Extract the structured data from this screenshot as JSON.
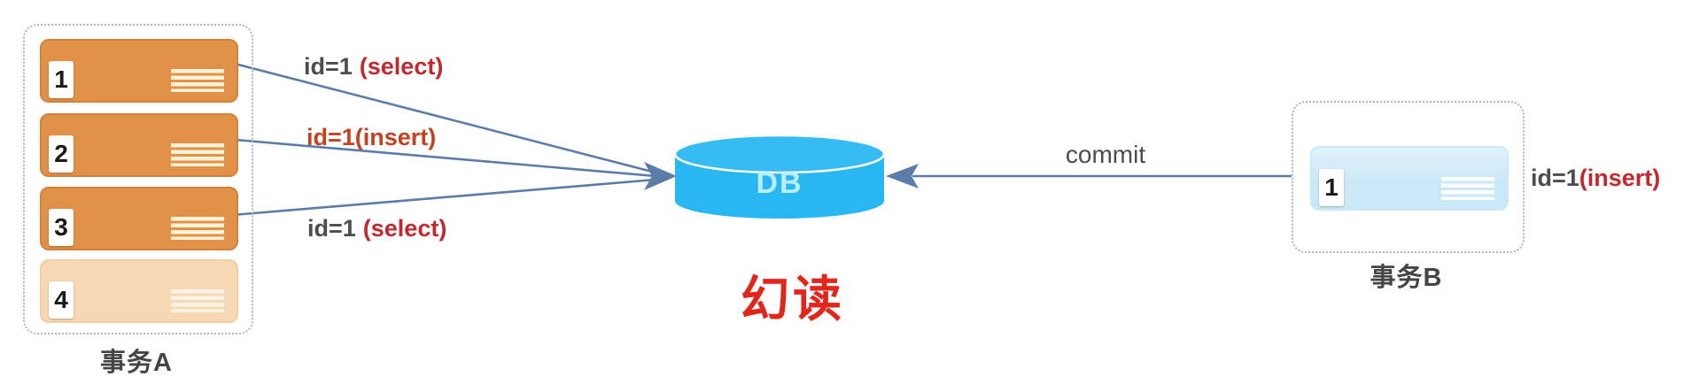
{
  "title": {
    "text": "幻读"
  },
  "db": {
    "label": "DB"
  },
  "transaction_a": {
    "label": "事务A",
    "rows": [
      {
        "num": "1"
      },
      {
        "num": "2"
      },
      {
        "num": "3"
      },
      {
        "num": "4"
      }
    ]
  },
  "transaction_b": {
    "label": "事务B",
    "row": {
      "num": "1"
    }
  },
  "edge_labels": {
    "select_top": {
      "prefix": "id=1",
      "op": "(select)"
    },
    "insert_mid": {
      "text": "id=1(insert)"
    },
    "select_bottom": {
      "prefix": "id=1",
      "op": "(select)"
    },
    "commit": {
      "text": "commit"
    },
    "insert_b": {
      "prefix": "id=1",
      "op": "(insert)"
    }
  },
  "colors": {
    "bg": "#ffffff",
    "row_orange": "#e29149",
    "row_orange_border": "#d4823a",
    "row_faded": "#f7d8b5",
    "row_faded_border": "#f3cda3",
    "row_blue": "#cae9f8",
    "row_blue_light": "#e0f2fb",
    "lines_cream": "#fbf2d8",
    "lines_pale": "#fcf3e4",
    "lines_white": "#ffffff",
    "badge_bg": "#ffffff",
    "badge_text": "#1a1a1a",
    "db_blue": "#29b7f2",
    "db_blue_top": "#35bcf3",
    "db_text": "#baeeff",
    "arrow_blue": "#5b7ba9",
    "text_gray": "#4c4c4c",
    "label_gray": "#454545",
    "red_select": "#c2282e",
    "red_insert": "#c64120",
    "title_red": "#e3261b",
    "dash_gray": "#b5b5b5"
  }
}
